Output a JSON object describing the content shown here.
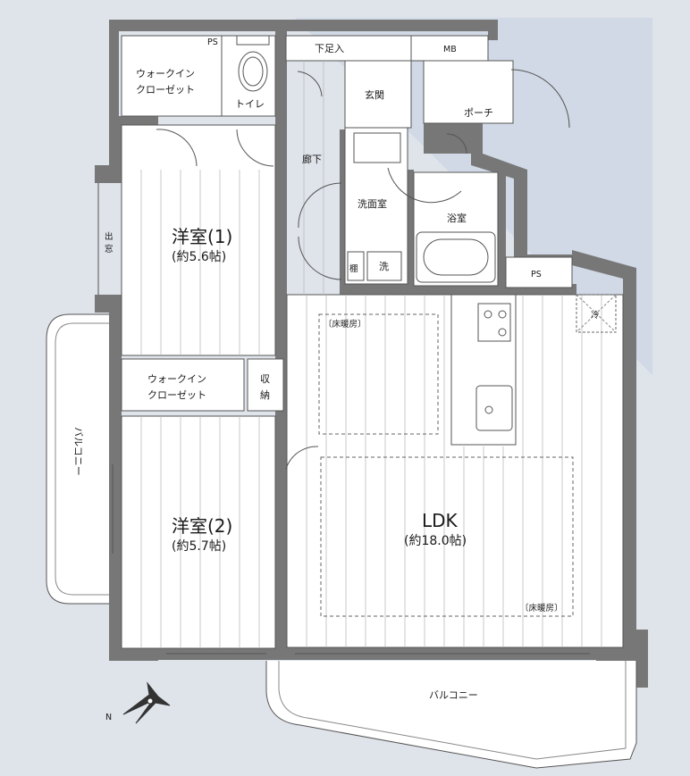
{
  "rooms": {
    "western1_name": "洋室(1)",
    "western1_size": "(約5.6帖)",
    "western2_name": "洋室(2)",
    "western2_size": "(約5.7帖)",
    "ldk_name": "LDK",
    "ldk_size": "(約18.0帖)"
  },
  "labels": {
    "walkin_closet_1_line1": "ウォークイン",
    "walkin_closet_1_line2": "クローゼット",
    "walkin_closet_2_line1": "ウォークイン",
    "walkin_closet_2_line2": "クローゼット",
    "ps_top": "PS",
    "toilet": "トイレ",
    "shoe_storage": "下足入",
    "mb": "MB",
    "entrance": "玄関",
    "porch": "ポーチ",
    "corridor": "廊下",
    "washroom": "洗面室",
    "bathroom": "浴室",
    "shelf": "棚",
    "washer": "洗",
    "ps_right": "PS",
    "bay_window_1": "出",
    "bay_window_2": "窓",
    "storage_1": "収",
    "storage_2": "納",
    "floor_heating_1": "〔床暖房〕",
    "floor_heating_2": "〔床暖房〕",
    "fridge": "冷",
    "balcony_left": "バルコニー",
    "balcony_bottom": "バルコニー",
    "north": "N"
  },
  "colors": {
    "background": "#dfe3ea",
    "wall": "#777777",
    "floor": "#ffffff",
    "light_wedge": "#cfd8e4"
  }
}
